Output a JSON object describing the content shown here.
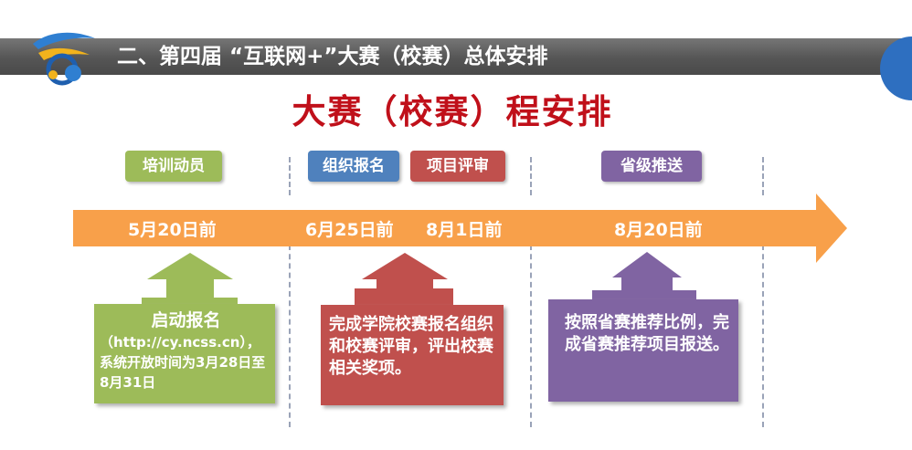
{
  "header": {
    "title": "二、第四届 “互联网+”大赛（校赛）总体安排"
  },
  "main_title": "大赛（校赛）程安排",
  "stages": [
    {
      "label": "培训动员",
      "color": "#9dbb59"
    },
    {
      "label": "组织报名",
      "color": "#4f81bd"
    },
    {
      "label": "项目评审",
      "color": "#c0504d"
    },
    {
      "label": "省级推送",
      "color": "#8064a2"
    }
  ],
  "dates": [
    "5月20日前",
    "6月25日前",
    "8月1日前",
    "8月20日前"
  ],
  "boxes": [
    {
      "title": "启动报名",
      "text": "（http://cy.ncss.cn），系统开放时间为3月28日至8月31日",
      "color": "#9dbb59"
    },
    {
      "text": "完成学院校赛报名组织和校赛评审，评出校赛相关奖项。",
      "color": "#c0504d"
    },
    {
      "text": "按照省赛推荐比例，完成省赛推荐项目报送。",
      "color": "#8064a2"
    }
  ],
  "colors": {
    "timeline": "#f8a04a",
    "header": "#595959",
    "title": "#c0101a"
  }
}
